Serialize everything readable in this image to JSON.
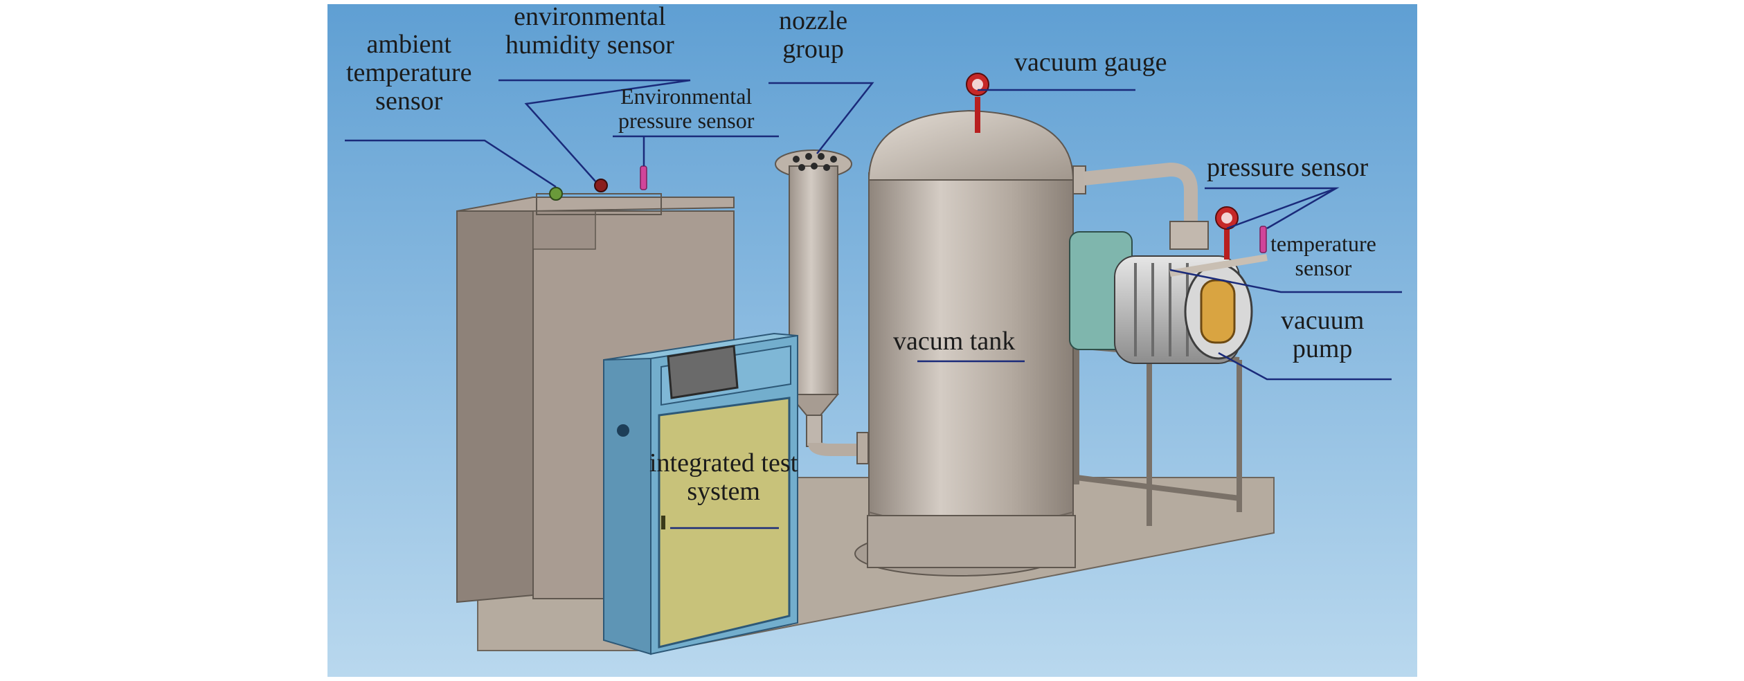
{
  "labels": {
    "ambient_temperature_sensor": [
      "ambient",
      "temperature",
      "sensor"
    ],
    "environmental_humidity_sensor": [
      "environmental",
      "humidity sensor"
    ],
    "environmental_pressure_sensor": [
      "Environmental",
      "pressure sensor"
    ],
    "nozzle_group": [
      "nozzle",
      "group"
    ],
    "vacuum_gauge": [
      "vacuum gauge"
    ],
    "pressure_sensor": [
      "pressure sensor"
    ],
    "temperature_sensor": [
      "temperature",
      "sensor"
    ],
    "vacuum_pump": [
      "vacuum",
      "pump"
    ],
    "vacum_tank": [
      "vacum tank"
    ],
    "integrated_test_system": [
      "integrated test",
      "system"
    ]
  },
  "colors": {
    "sky_top": "#5f9fd3",
    "sky_bottom": "#b9d8ee",
    "tank": "#b4aaa0",
    "cabinet_back": "#a7998f",
    "control_panel": "#6ea8c8",
    "panel_door": "#c8c27a",
    "leader_line": "#1a2a7a",
    "gauge_red": "#c62828",
    "sensor_pink": "#d0459a",
    "pump_teal": "#7fb6ad"
  }
}
